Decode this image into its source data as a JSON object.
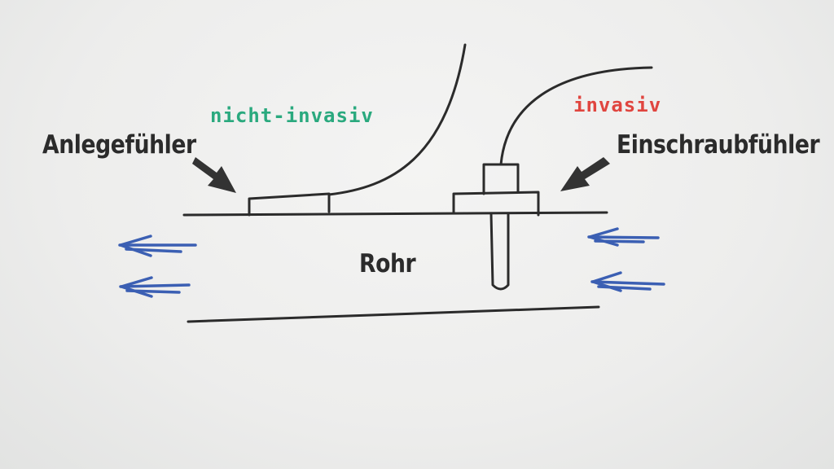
{
  "labels": {
    "clamp_sensor": "Anlegefühler",
    "non_invasive": "nicht-invasiv",
    "invasive": "invasiv",
    "screw_sensor": "Einschraubfühler",
    "pipe": "Rohr"
  },
  "colors": {
    "ink": "#2b2b2b",
    "non_invasive": "#2aa97e",
    "invasive": "#e0453f",
    "flow_arrows": "#3b5fb3"
  }
}
